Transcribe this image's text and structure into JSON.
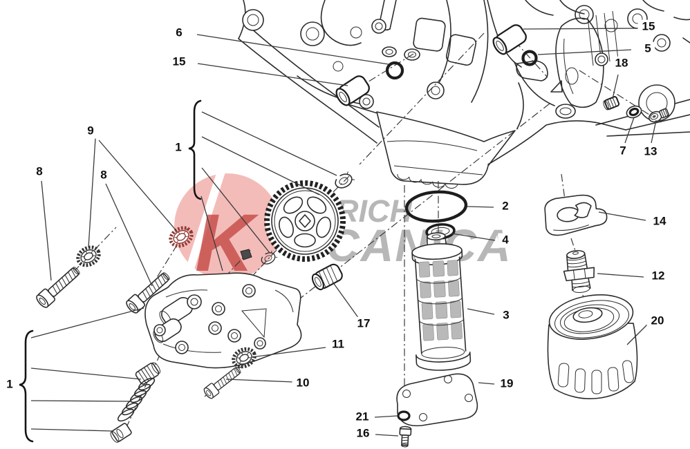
{
  "diagram": {
    "type": "exploded-parts-diagram",
    "background_color": "#ffffff",
    "line_color": "#2b2b2b",
    "watermark": {
      "logo_letter": "K",
      "circle_color": "#efa9a5",
      "letter_color": "#c64a45",
      "slash_color": "#ffffff",
      "text_color": "#a8a8a8",
      "line1": "RICH",
      "line2": "CANICA"
    },
    "callouts": [
      {
        "label": "6"
      },
      {
        "label": "15"
      },
      {
        "label": "9"
      },
      {
        "label": "8"
      },
      {
        "label": "8"
      },
      {
        "label": "1"
      },
      {
        "label": "2"
      },
      {
        "label": "4"
      },
      {
        "label": "3"
      },
      {
        "label": "17"
      },
      {
        "label": "11"
      },
      {
        "label": "10"
      },
      {
        "label": "1"
      },
      {
        "label": "19"
      },
      {
        "label": "21"
      },
      {
        "label": "16"
      },
      {
        "label": "12"
      },
      {
        "label": "20"
      },
      {
        "label": "14"
      },
      {
        "label": "15"
      },
      {
        "label": "5"
      },
      {
        "label": "18"
      },
      {
        "label": "7"
      },
      {
        "label": "13"
      }
    ]
  }
}
